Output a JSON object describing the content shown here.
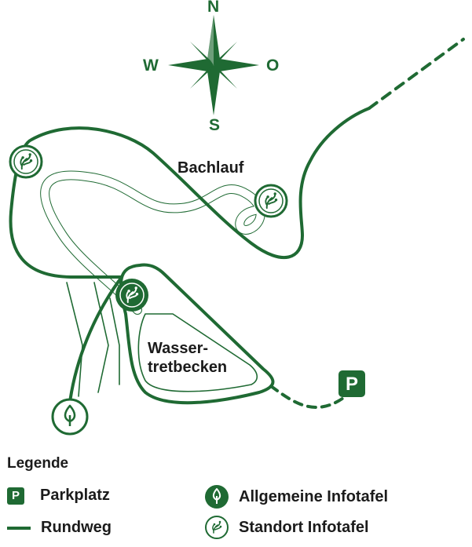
{
  "compass": {
    "north": "N",
    "south": "S",
    "west": "W",
    "east": "O"
  },
  "labels": {
    "bachlauf": "Bachlauf",
    "wasser_line1": "Wasser-",
    "wasser_line2": "tretbecken"
  },
  "parking_sign": "P",
  "legend": {
    "title": "Legende",
    "items": [
      {
        "label": "Parkplatz",
        "icon": "parking-icon"
      },
      {
        "label": "Rundweg",
        "icon": "route-line-icon"
      },
      {
        "label": "Allgemeine Infotafel",
        "icon": "general-info-icon"
      },
      {
        "label": "Standort Infotafel",
        "icon": "location-info-icon"
      }
    ]
  },
  "colors": {
    "route": "#1f6a33",
    "stream": "#1f6a33",
    "text": "#1b1b1b"
  }
}
